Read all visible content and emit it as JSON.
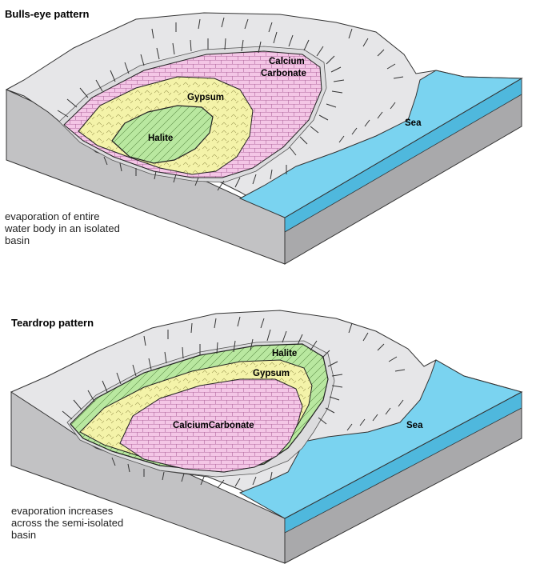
{
  "panels": [
    {
      "title": "Bulls-eye pattern",
      "labels": {
        "calcium_line1": "Calcium",
        "calcium_line2": "Carbonate",
        "gypsum": "Gypsum",
        "halite": "Halite",
        "sea": "Sea"
      },
      "description": [
        "evaporation of entire",
        "water body in an isolated",
        "basin"
      ]
    },
    {
      "title": "Teardrop pattern",
      "labels": {
        "halite": "Halite",
        "gypsum": "Gypsum",
        "calcium": "CalciumCarbonate",
        "sea": "Sea"
      },
      "description": [
        "evaporation increases",
        "across the semi-isolated",
        "basin"
      ]
    }
  ],
  "colors": {
    "land_top": "#e6e6e8",
    "land_side": "#c2c2c4",
    "land_side_dark": "#a9a9ab",
    "sea_top": "#7ad3f0",
    "sea_side": "#4fb8dd",
    "calcium": "#f4c6e6",
    "gypsum": "#f4f3a9",
    "halite": "#b9e8a0"
  }
}
